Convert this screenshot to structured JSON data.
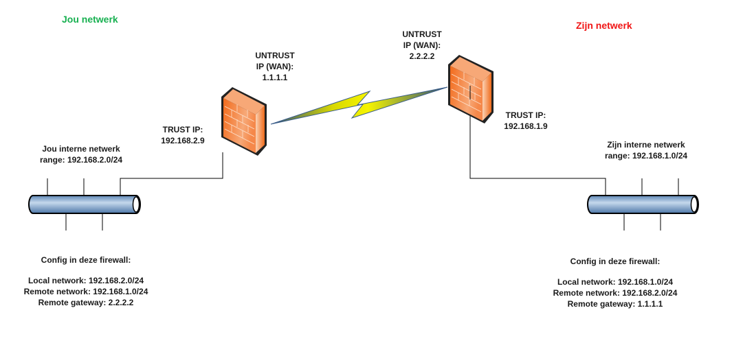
{
  "left": {
    "title": "Jou netwerk",
    "title_color": "#17b050",
    "internal_network": [
      "Jou interne netwerk",
      "range: 192.168.2.0/24"
    ],
    "trust_ip": [
      "TRUST IP:",
      "192.168.2.9"
    ],
    "untrust_ip": [
      "UNTRUST",
      "IP (WAN):",
      "1.1.1.1"
    ],
    "config": {
      "heading": "Config in deze firewall:",
      "lines": [
        "Local network: 192.168.2.0/24",
        "Remote network: 192.168.1.0/24",
        "Remote gateway: 2.2.2.2"
      ]
    }
  },
  "right": {
    "title": "Zijn netwerk",
    "title_color": "#f01414",
    "internal_network": [
      "Zijn interne netwerk",
      "range: 192.168.1.0/24"
    ],
    "trust_ip": [
      "TRUST IP:",
      "192.168.1.9"
    ],
    "untrust_ip": [
      "UNTRUST",
      "IP (WAN):",
      "2.2.2.2"
    ],
    "config": {
      "heading": "Config in deze firewall:",
      "lines": [
        "Local network: 192.168.1.0/24",
        "Remote network: 192.168.2.0/24",
        "Remote gateway: 1.1.1.1"
      ]
    }
  },
  "colors": {
    "firewall": "#f47a2a",
    "pipe": "#8fb4d8",
    "wan_link": "#f2f000"
  }
}
